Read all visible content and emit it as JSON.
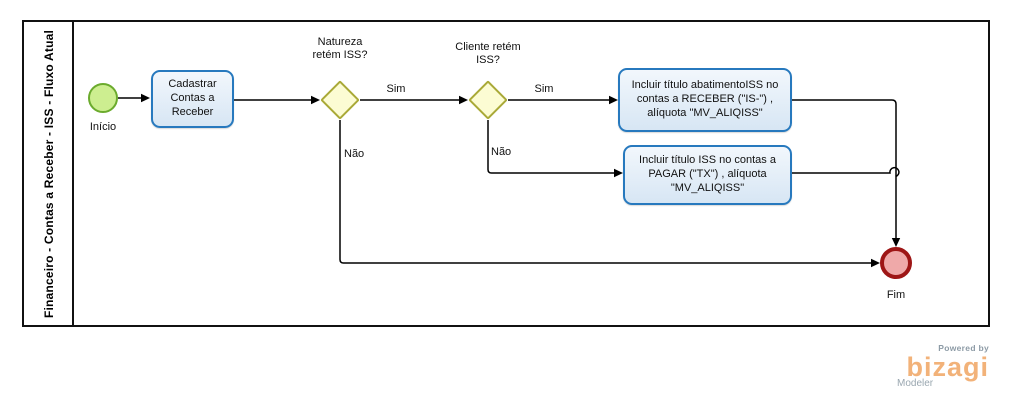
{
  "pool": {
    "lane_title": "Financeiro - Contas a Receber - ISS - Fluxo Atual"
  },
  "nodes": {
    "start_event": {
      "label": "Início"
    },
    "task_cadastrar": {
      "label": "Cadastrar\nContas a\nReceber"
    },
    "gateway_natureza": {
      "label": "Natureza\nretém ISS?"
    },
    "gateway_cliente": {
      "label": "Cliente retém\nISS?"
    },
    "task_incluir_receber": {
      "label": "Incluir título abatimentoISS no\ncontas a RECEBER (\"IS-\") ,\nalíquota \"MV_ALIQISS\""
    },
    "task_incluir_pagar": {
      "label": "Incluir título ISS no contas a\nPAGAR  (\"TX\") , alíquota\n\"MV_ALIQISS\""
    },
    "end_event": {
      "label": "Fim"
    }
  },
  "edge_labels": {
    "natureza_sim": "Sim",
    "natureza_nao": "Não",
    "cliente_sim": "Sim",
    "cliente_nao": "Não"
  },
  "branding": {
    "powered_by": "Powered by",
    "brand": "bizagi",
    "product": "Modeler"
  },
  "colors": {
    "task_border": "#2779BE",
    "task_fill_top": "#F2F7FC",
    "task_fill_bottom": "#D7E6F4",
    "gateway_border": "#A9A937",
    "gateway_fill": "#FCFCD3",
    "start_border": "#6BAB2D",
    "start_fill": "#CDEE90",
    "end_border": "#9E1616",
    "end_fill": "#EFA9A9",
    "flow_line": "#000000",
    "logo_brand": "#F2B279",
    "logo_gray": "#8D9BA6"
  }
}
